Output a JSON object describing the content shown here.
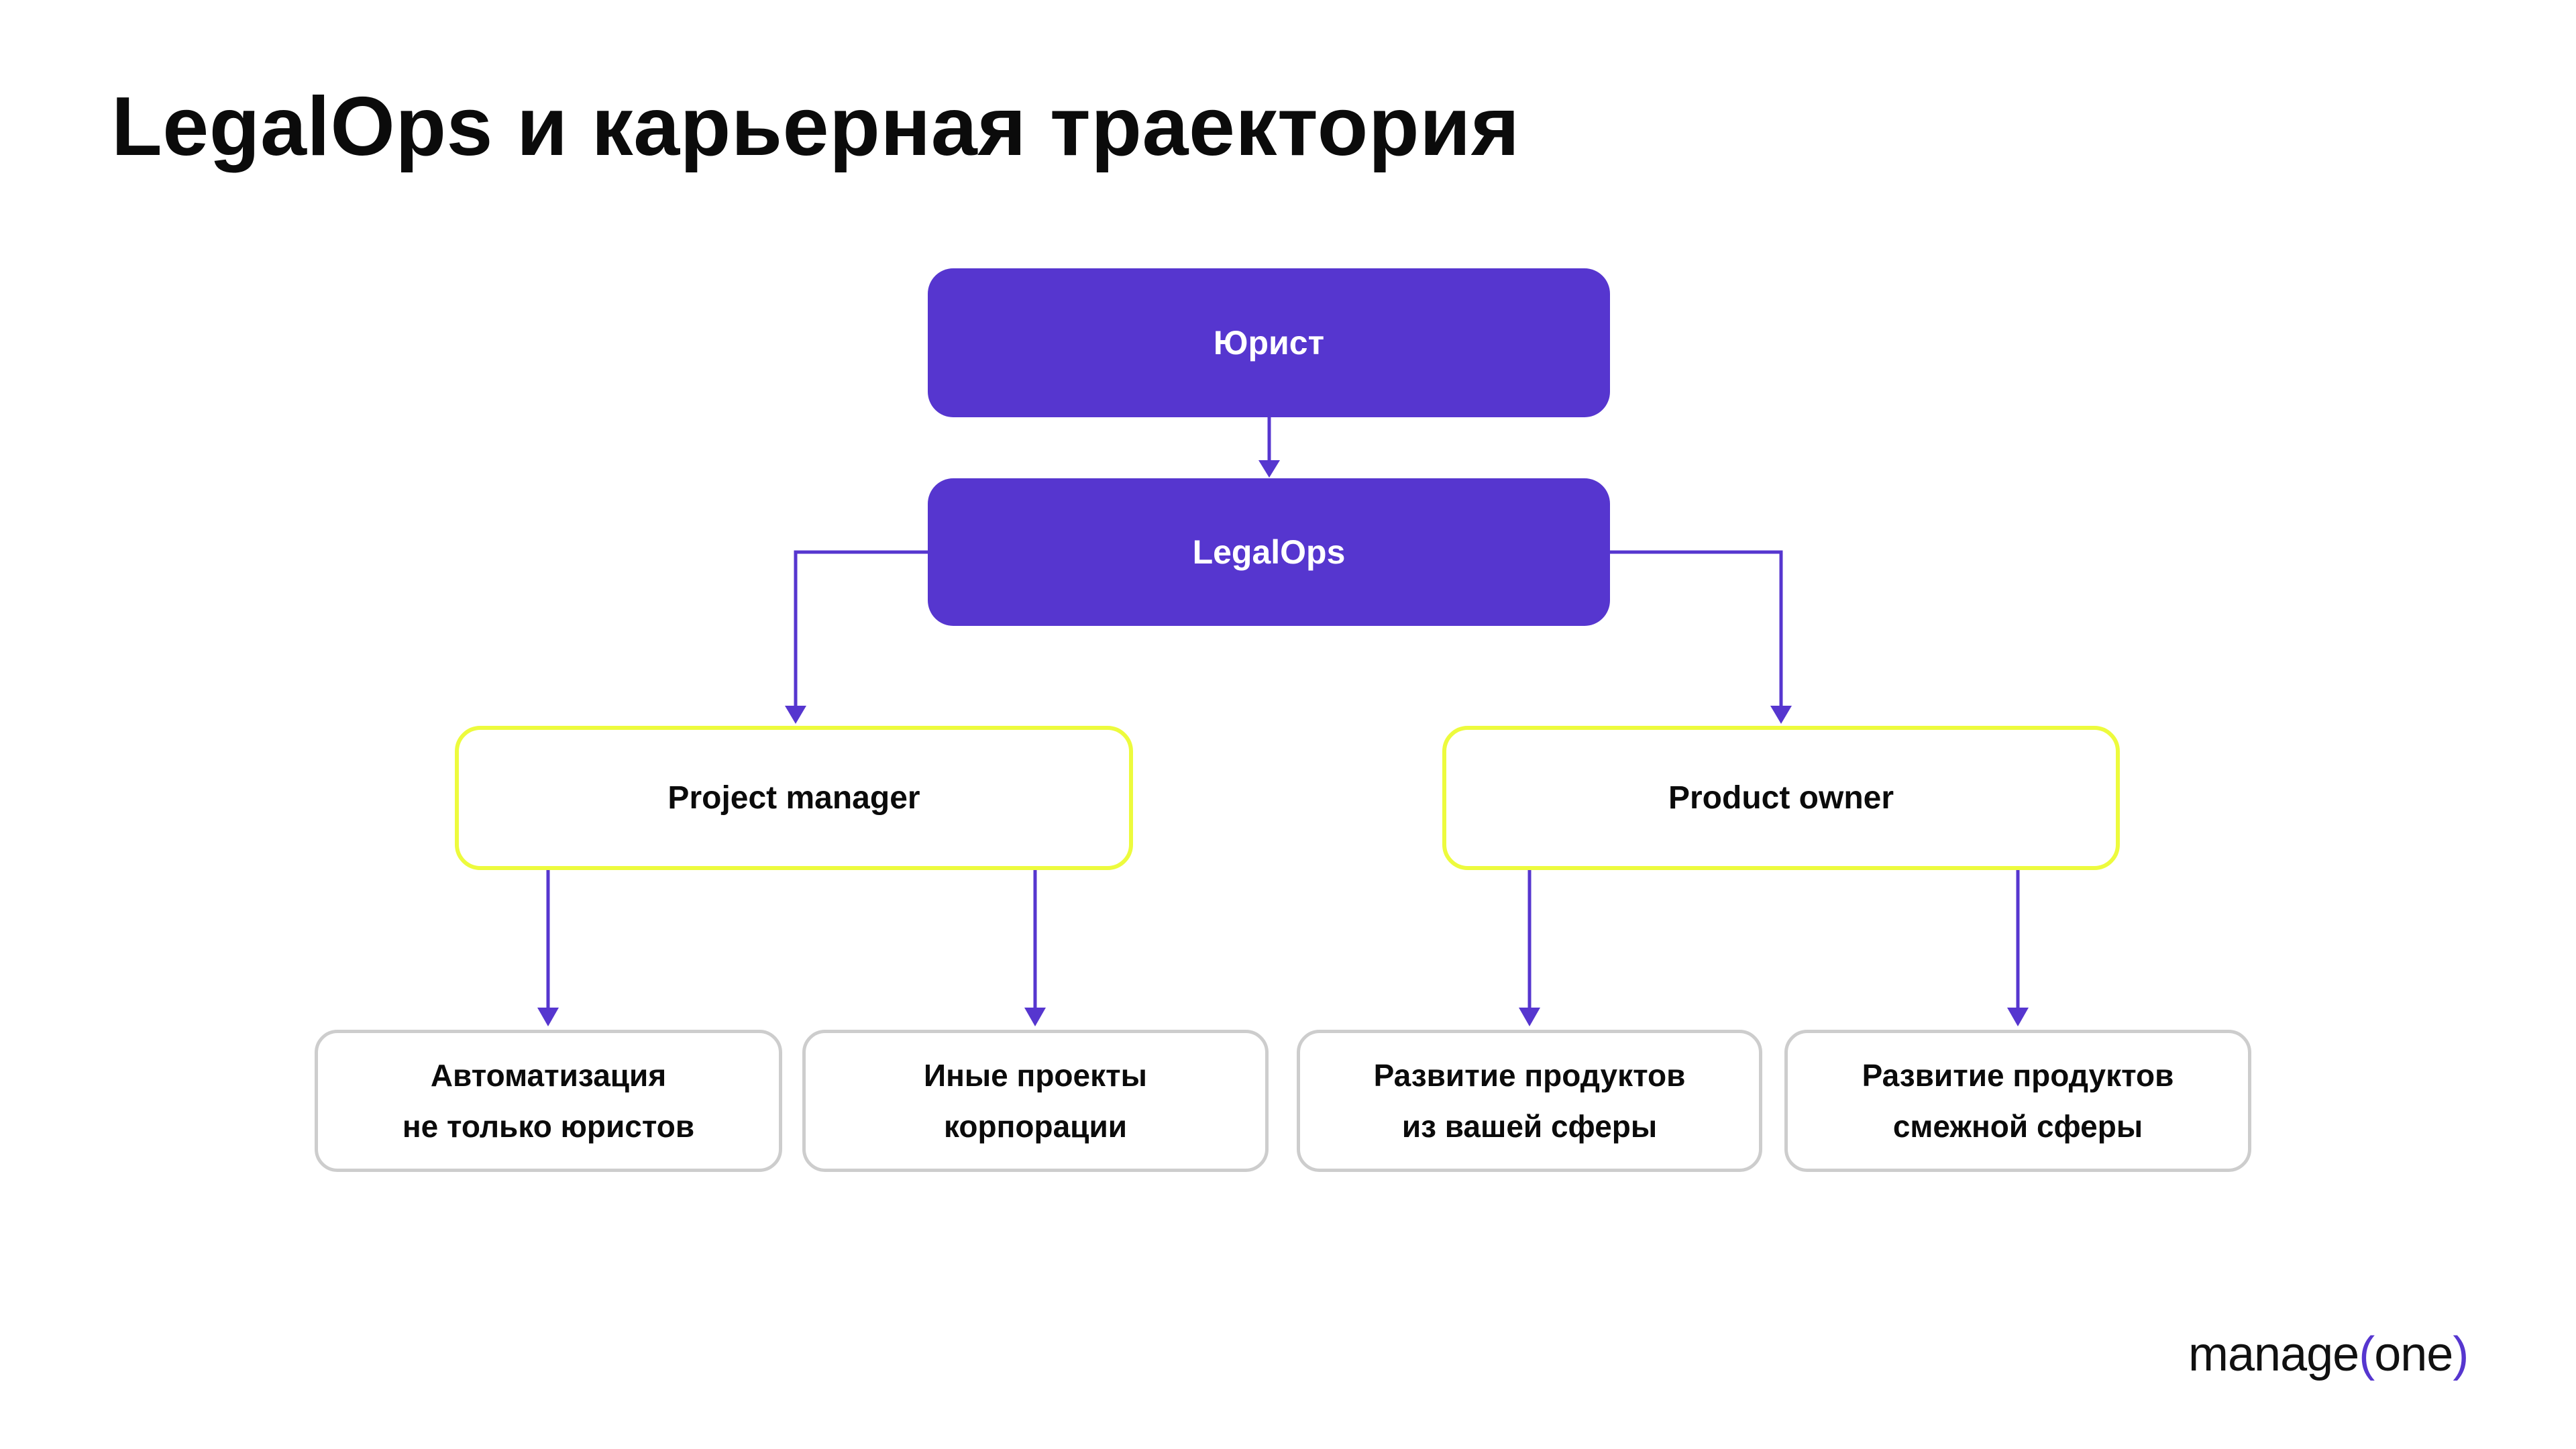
{
  "title": "LegalOps и карьерная траектория",
  "colors": {
    "purple": "#5636CF",
    "yellow": "#EDFB3D",
    "gray": "#CDCDCD",
    "ink": "#0B0B0B",
    "bg": "#FFFFFF"
  },
  "diagram": {
    "nodes": [
      {
        "id": "lawyer",
        "label": "Юрист",
        "kind": "primary"
      },
      {
        "id": "legalops",
        "label": "LegalOps",
        "kind": "primary"
      },
      {
        "id": "project-manager",
        "label": "Project manager",
        "kind": "highlight"
      },
      {
        "id": "product-owner",
        "label": "Product owner",
        "kind": "highlight"
      },
      {
        "id": "automation",
        "label": "Автоматизация\nне только юристов",
        "kind": "leaf"
      },
      {
        "id": "other-projects",
        "label": "Иные проекты\nкорпорации",
        "kind": "leaf"
      },
      {
        "id": "products-own-field",
        "label": "Развитие продуктов\nиз вашей сферы",
        "kind": "leaf"
      },
      {
        "id": "products-adjacent",
        "label": "Развитие продуктов\nсмежной сферы",
        "kind": "leaf"
      }
    ],
    "edges": [
      {
        "from": "lawyer",
        "to": "legalops"
      },
      {
        "from": "legalops",
        "to": "project-manager"
      },
      {
        "from": "legalops",
        "to": "product-owner"
      },
      {
        "from": "project-manager",
        "to": "automation"
      },
      {
        "from": "project-manager",
        "to": "other-projects"
      },
      {
        "from": "product-owner",
        "to": "products-own-field"
      },
      {
        "from": "product-owner",
        "to": "products-adjacent"
      }
    ]
  },
  "logo": {
    "word1": "manage",
    "paren_open": "(",
    "word2": "one",
    "paren_close": ")"
  }
}
